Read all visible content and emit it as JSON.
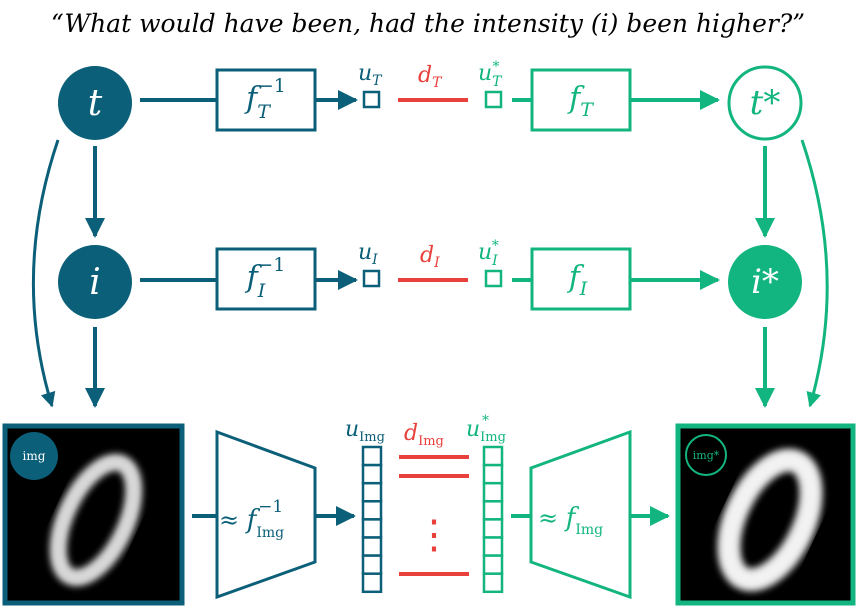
{
  "title": "“What would have been, had the intensity (i) been higher?”",
  "colors": {
    "factual": "#0b5f78",
    "counterfactual": "#12b57f",
    "distance": "#e8413c",
    "image_bg": "#000000",
    "white": "#ffffff"
  },
  "nodes": {
    "t": "t",
    "t_star": "t*",
    "i": "i",
    "i_star": "i*",
    "img_badge": "img",
    "img_star_badge": "img*"
  },
  "mechanisms": {
    "f_T_inv": {
      "base": "f",
      "sub": "T",
      "sup": "−1"
    },
    "f_T": {
      "base": "f",
      "sub": "T"
    },
    "f_I_inv": {
      "base": "f",
      "sub": "I",
      "sup": "−1"
    },
    "f_I": {
      "base": "f",
      "sub": "I"
    },
    "f_Img_inv": {
      "prefix": "≈ ",
      "base": "f",
      "sub": "Img",
      "sup": "−1"
    },
    "f_Img": {
      "prefix": "≈ ",
      "base": "f",
      "sub": "Img"
    }
  },
  "noise": {
    "u_T": {
      "base": "u",
      "sub": "T"
    },
    "u_T_star": {
      "base": "u",
      "sub": "T",
      "sup": "*"
    },
    "d_T": {
      "base": "d",
      "sub": "T"
    },
    "u_I": {
      "base": "u",
      "sub": "I"
    },
    "u_I_star": {
      "base": "u",
      "sub": "I",
      "sup": "*"
    },
    "d_I": {
      "base": "d",
      "sub": "I"
    },
    "u_Img": {
      "base": "u",
      "sub": "Img"
    },
    "u_Img_star": {
      "base": "u",
      "sub": "Img",
      "sup": "*"
    },
    "d_Img": {
      "base": "d",
      "sub": "Img"
    }
  },
  "ellipsis": "⋮",
  "icons": {
    "arrow": "arrowhead-icon",
    "digit_factual": "digit-zero-image",
    "digit_counterfactual": "digit-zero-image-counterfactual"
  }
}
